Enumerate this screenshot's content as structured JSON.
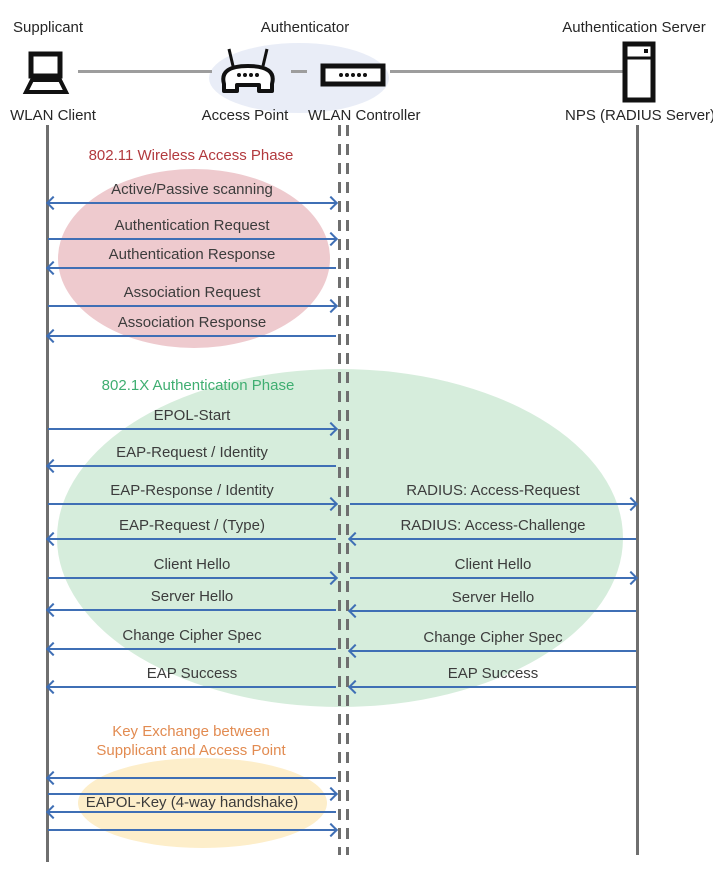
{
  "actors": {
    "supplicant": {
      "role": "Supplicant",
      "device": "WLAN Client"
    },
    "authenticator": {
      "role": "Authenticator",
      "access_point": "Access Point",
      "wlan_controller": "WLAN Controller"
    },
    "authentication_server": {
      "role": "Authentication Server",
      "device": "NPS (RADIUS Server)"
    }
  },
  "phases": {
    "wireless_access": {
      "title": "802.11 Wireless Access Phase",
      "title_color": "#b23a3e",
      "ellipse_color": "#eecace"
    },
    "dot1x_authentication": {
      "title": "802.1X Authentication Phase",
      "title_color": "#3fae71",
      "ellipse_color": "#d6eddc"
    },
    "key_exchange": {
      "title_line1": "Key Exchange between",
      "title_line2": "Supplicant and Access Point",
      "title_color": "#e28b51",
      "ellipse_color": "#fdeeca"
    }
  },
  "messages": {
    "client_to_controller": [
      {
        "label": "Active/Passive scanning",
        "direction": "both"
      },
      {
        "label": "Authentication Request",
        "direction": "right"
      },
      {
        "label": "Authentication Response",
        "direction": "left"
      },
      {
        "label": "Association Request",
        "direction": "right"
      },
      {
        "label": "Association Response",
        "direction": "left"
      },
      {
        "label": "EPOL-Start",
        "direction": "right"
      },
      {
        "label": "EAP-Request / Identity",
        "direction": "left"
      },
      {
        "label": "EAP-Response / Identity",
        "direction": "right"
      },
      {
        "label": "EAP-Request / (Type)",
        "direction": "left"
      },
      {
        "label": "Client Hello",
        "direction": "right"
      },
      {
        "label": "Server Hello",
        "direction": "left"
      },
      {
        "label": "Change Cipher Spec",
        "direction": "left"
      },
      {
        "label": "EAP Success",
        "direction": "left"
      }
    ],
    "controller_to_server": [
      {
        "label": "RADIUS: Access-Request",
        "direction": "right"
      },
      {
        "label": "RADIUS: Access-Challenge",
        "direction": "left"
      },
      {
        "label": "Client Hello",
        "direction": "right"
      },
      {
        "label": "Server Hello",
        "direction": "left"
      },
      {
        "label": "Change Cipher Spec",
        "direction": "left"
      },
      {
        "label": "EAP Success",
        "direction": "left"
      }
    ],
    "key_exchange": {
      "label": "EAPOL-Key (4-way handshake)",
      "arrows": [
        {
          "direction": "left"
        },
        {
          "direction": "right"
        },
        {
          "direction": "left"
        },
        {
          "direction": "right"
        }
      ]
    }
  },
  "colors": {
    "arrow_blue": "#3f6fb5",
    "lifeline_gray": "#6f6f6f",
    "connector_gray": "#9d9d9d",
    "authenticator_ellipse": "#e9edf7"
  }
}
